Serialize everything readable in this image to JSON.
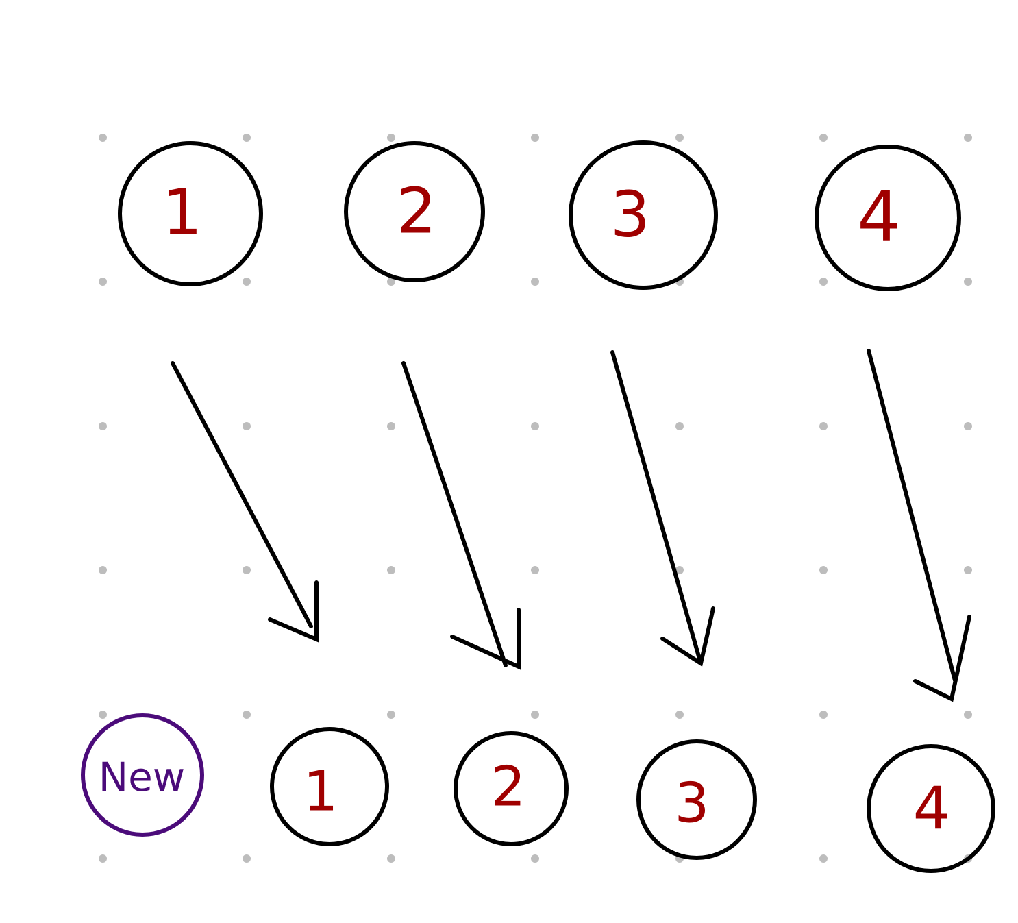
{
  "colors": {
    "background": "#ffffff",
    "grid_dot": "#bdbdbd",
    "circle_stroke": "#000000",
    "number_text": "#a00000",
    "new_node": "#4b0b7a",
    "arrow": "#000000"
  },
  "top_row": {
    "nodes": [
      {
        "label": "1"
      },
      {
        "label": "2"
      },
      {
        "label": "3"
      },
      {
        "label": "4"
      }
    ]
  },
  "bottom_row": {
    "new_node": {
      "label": "New"
    },
    "nodes": [
      {
        "label": "1"
      },
      {
        "label": "2"
      },
      {
        "label": "3"
      },
      {
        "label": "4"
      }
    ]
  },
  "arrows": [
    {
      "from": "top-1",
      "to": "bottom-1"
    },
    {
      "from": "top-2",
      "to": "bottom-2"
    },
    {
      "from": "top-3",
      "to": "bottom-3"
    },
    {
      "from": "top-4",
      "to": "bottom-4"
    }
  ]
}
